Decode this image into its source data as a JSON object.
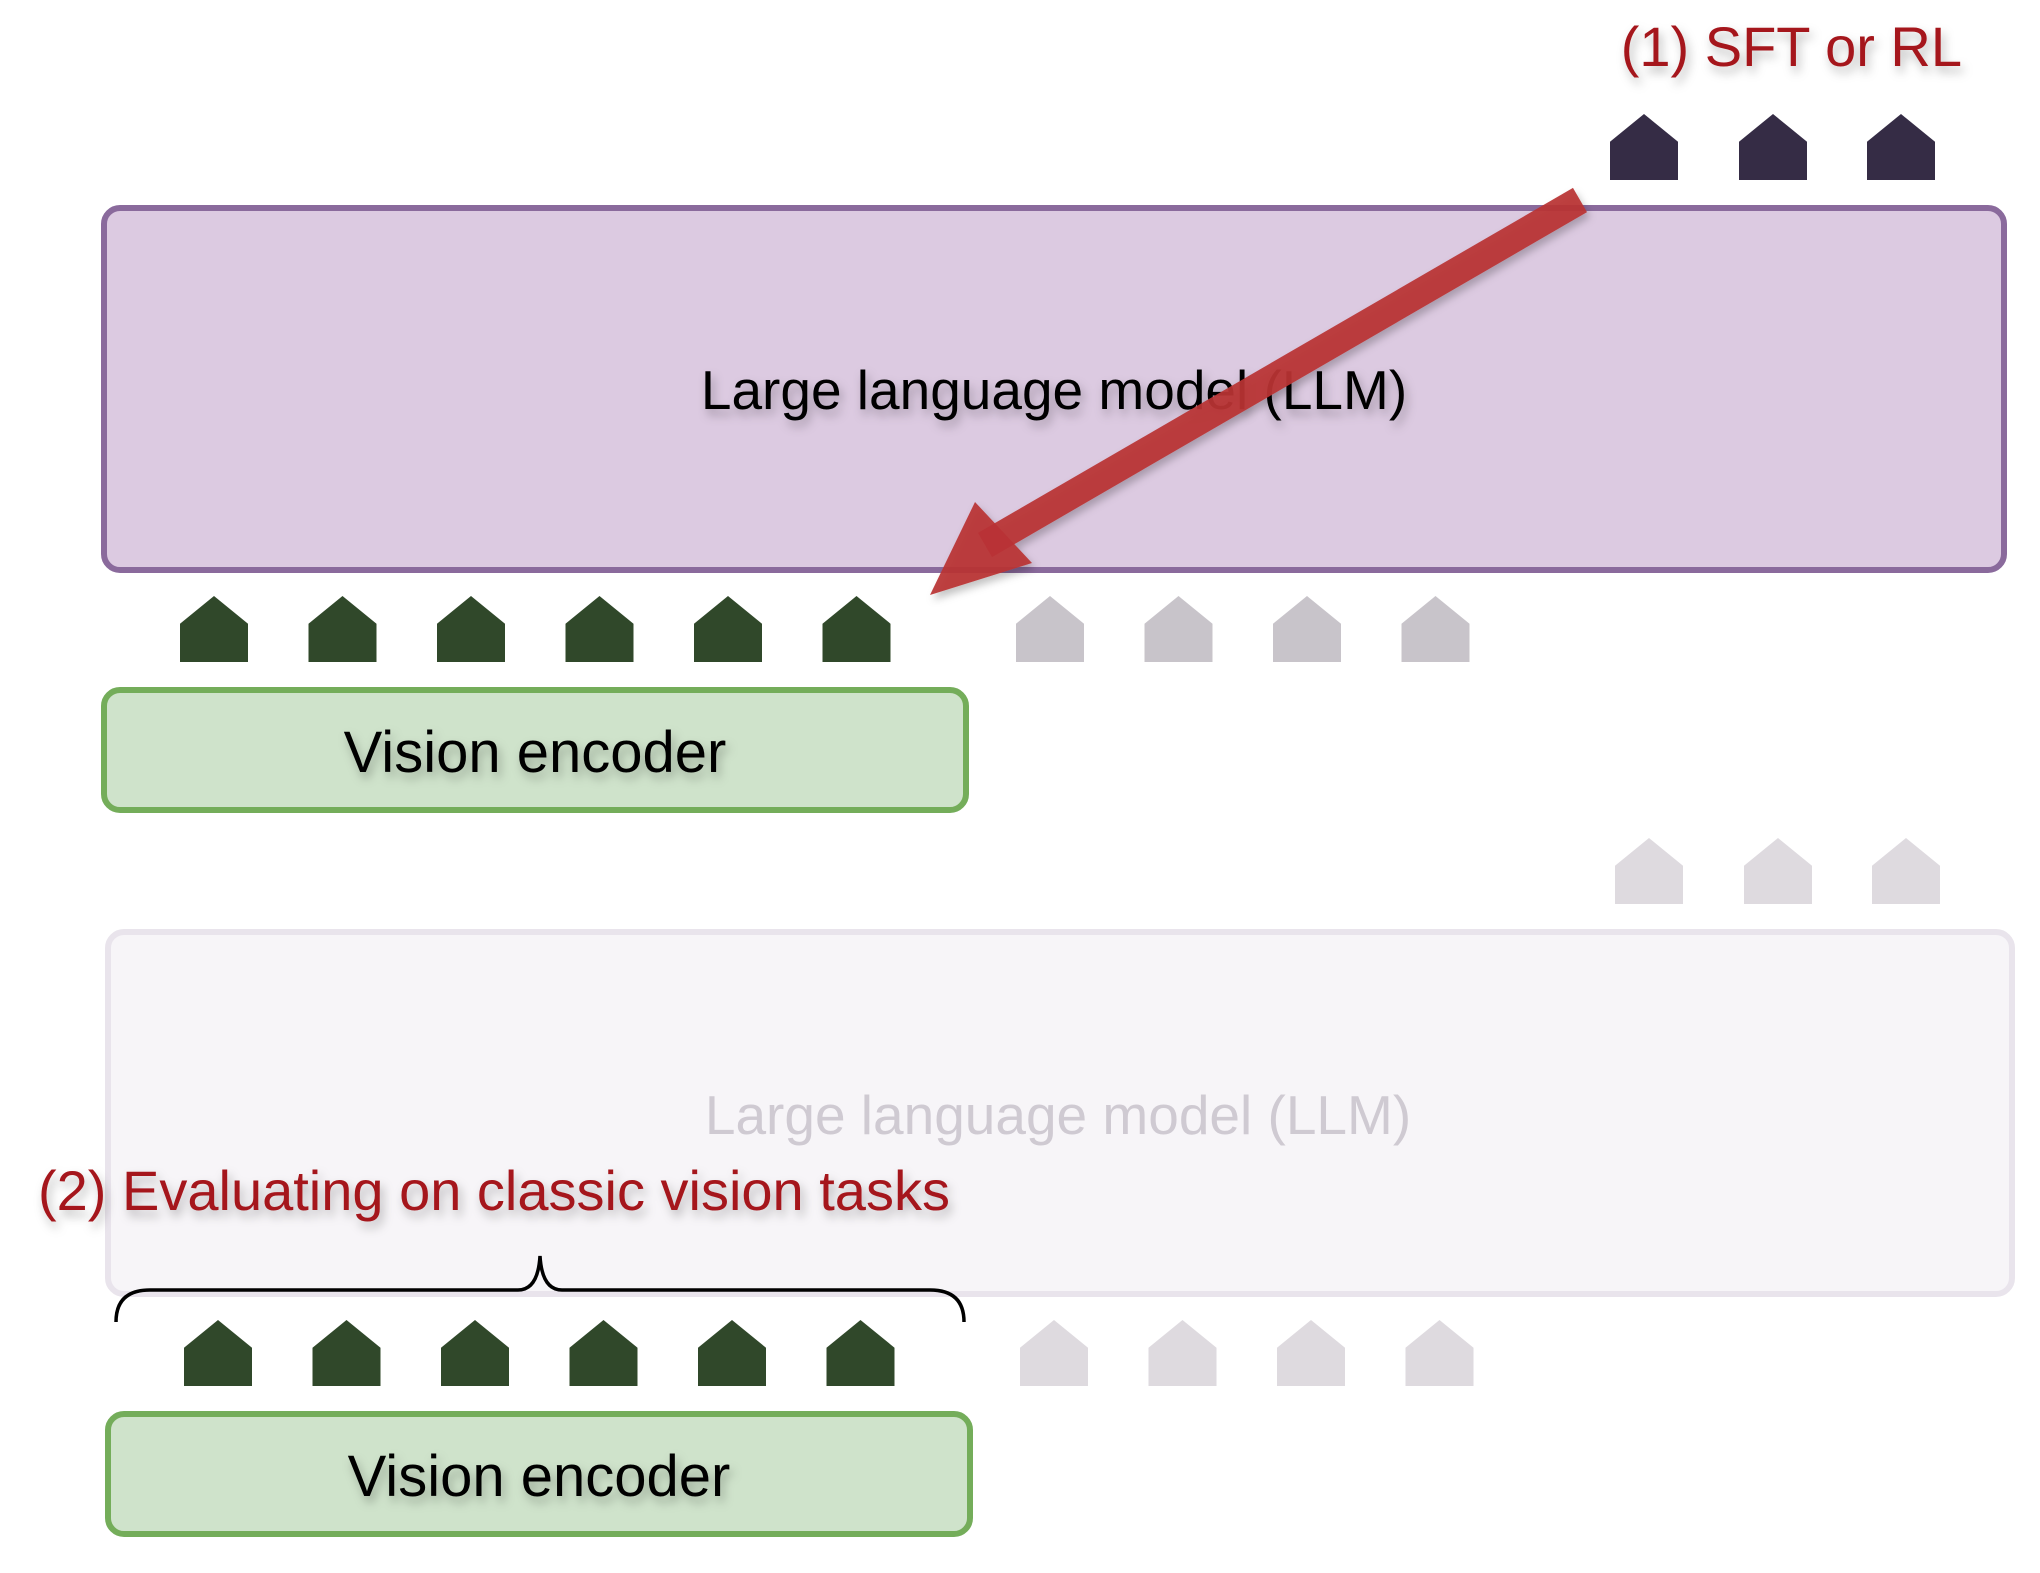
{
  "top": {
    "llm_label": "Large language model (LLM)",
    "encoder_label": "Vision encoder",
    "annotation": "(1) SFT or RL"
  },
  "bottom": {
    "llm_label": "Large language model (LLM)",
    "encoder_label": "Vision encoder",
    "annotation": "(2) Evaluating on classic vision tasks"
  },
  "colors": {
    "llm_fill": "#dccae1",
    "llm_stroke": "#8a6a9c",
    "encoder_fill": "#cfe3cb",
    "encoder_stroke": "#74ad5a",
    "vision_token": "#30482a",
    "text_token_faded": "#c8c4ca",
    "output_token": "#352c45",
    "arrow": "#b93435",
    "annotation_text": "#a5161a",
    "faded_llm_fill": "#f7f5f8",
    "faded_llm_stroke": "#e9e4ec",
    "faded_llm_text": "#cfcad2",
    "faded_token": "#dedadf"
  },
  "icons": {
    "vision_token": "pentagon-token-icon",
    "text_token": "pentagon-token-icon",
    "output_token": "pentagon-token-icon",
    "arrow": "arrow-down-left-icon",
    "brace": "curly-brace-icon"
  }
}
